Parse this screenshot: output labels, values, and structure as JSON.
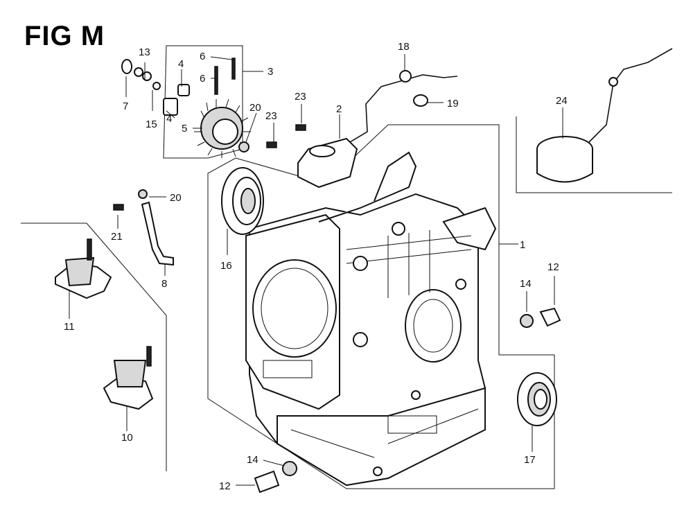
{
  "figure": {
    "title": "FIG M"
  },
  "callouts": [
    {
      "id": "c1",
      "text": "1"
    },
    {
      "id": "c2",
      "text": "2"
    },
    {
      "id": "c3",
      "text": "3"
    },
    {
      "id": "c4a",
      "text": "4"
    },
    {
      "id": "c4b",
      "text": "4"
    },
    {
      "id": "c5",
      "text": "5"
    },
    {
      "id": "c6a",
      "text": "6"
    },
    {
      "id": "c6b",
      "text": "6"
    },
    {
      "id": "c7",
      "text": "7"
    },
    {
      "id": "c8",
      "text": "8"
    },
    {
      "id": "c10",
      "text": "10"
    },
    {
      "id": "c11",
      "text": "11"
    },
    {
      "id": "c12a",
      "text": "12"
    },
    {
      "id": "c12b",
      "text": "12"
    },
    {
      "id": "c13",
      "text": "13"
    },
    {
      "id": "c14a",
      "text": "14"
    },
    {
      "id": "c14b",
      "text": "14"
    },
    {
      "id": "c15",
      "text": "15"
    },
    {
      "id": "c16",
      "text": "16"
    },
    {
      "id": "c17",
      "text": "17"
    },
    {
      "id": "c18",
      "text": "18"
    },
    {
      "id": "c19",
      "text": "19"
    },
    {
      "id": "c20a",
      "text": "20"
    },
    {
      "id": "c20b",
      "text": "20"
    },
    {
      "id": "c21",
      "text": "21"
    },
    {
      "id": "c23a",
      "text": "23"
    },
    {
      "id": "c23b",
      "text": "23"
    },
    {
      "id": "c24",
      "text": "24"
    }
  ]
}
